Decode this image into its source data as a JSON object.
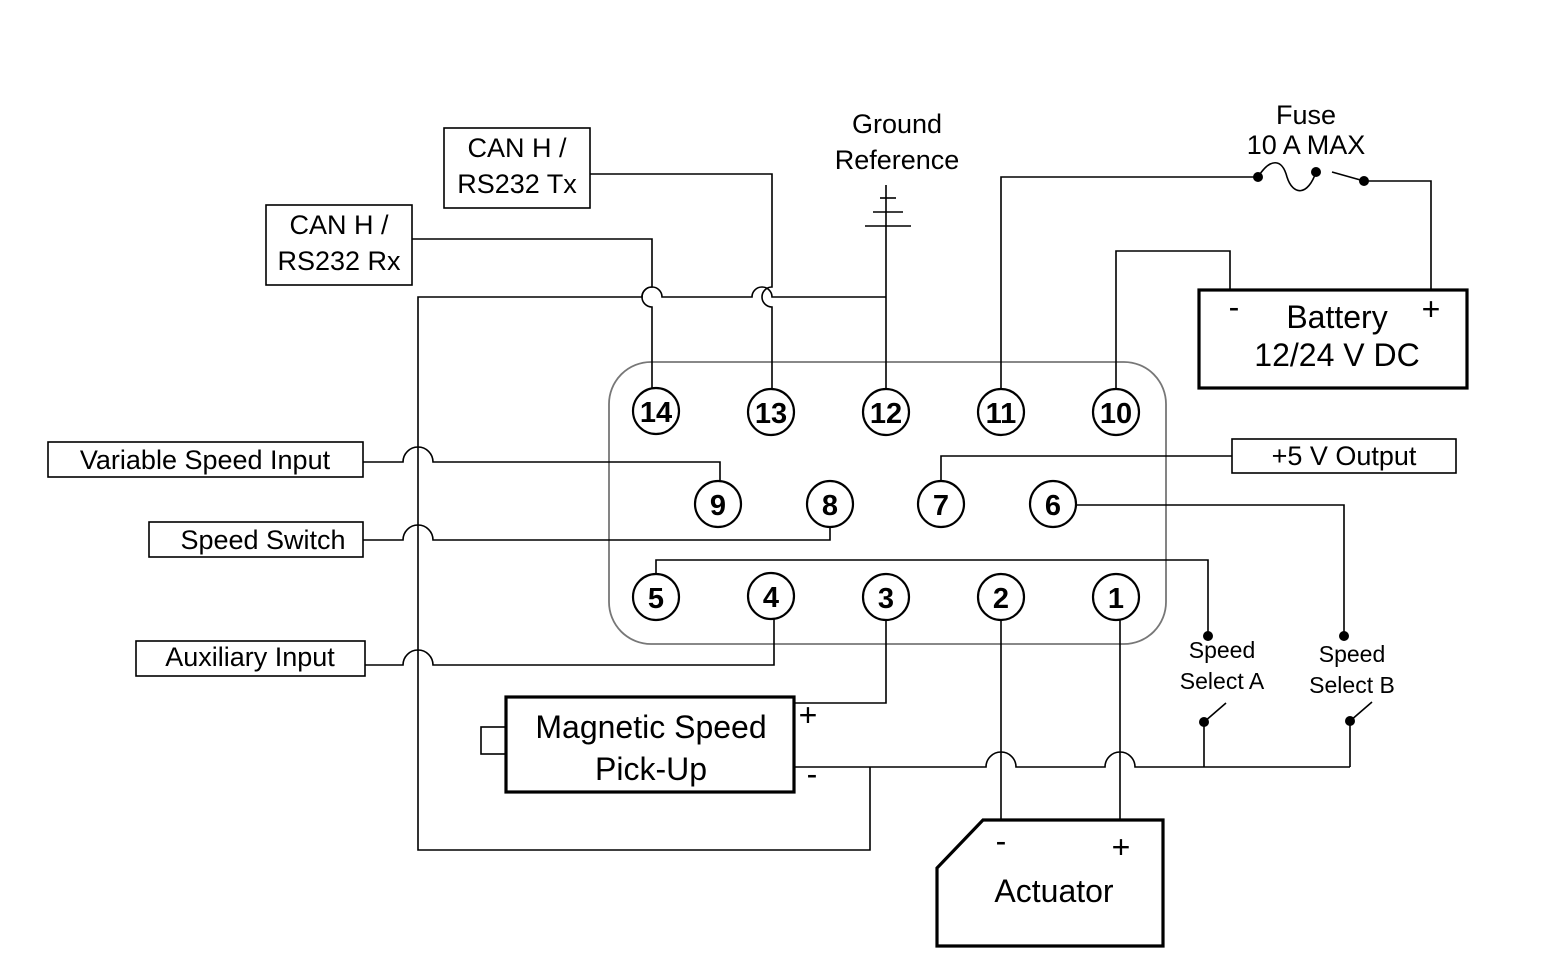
{
  "connector": {
    "pins_top": [
      "14",
      "13",
      "12",
      "11",
      "10"
    ],
    "pins_middle": [
      "9",
      "8",
      "7",
      "6"
    ],
    "pins_bottom": [
      "5",
      "4",
      "3",
      "2",
      "1"
    ]
  },
  "labels": {
    "can_h_rx_line1": "CAN H /",
    "can_h_rx_line2": "RS232 Rx",
    "can_h_tx_line1": "CAN H /",
    "can_h_tx_line2": "RS232 Tx",
    "ground_line1": "Ground",
    "ground_line2": "Reference",
    "fuse_line1": "Fuse",
    "fuse_line2": "10 A MAX",
    "battery_minus": "-",
    "battery_plus": "+",
    "battery_line1": "Battery",
    "battery_line2": "12/24 V DC",
    "variable_speed_input": "Variable Speed Input",
    "speed_switch": "Speed Switch",
    "auxiliary_input": "Auxiliary Input",
    "plus_5v_output": "+5 V Output",
    "speed_select_a_line1": "Speed",
    "speed_select_a_line2": "Select A",
    "speed_select_b_line1": "Speed",
    "speed_select_b_line2": "Select B",
    "pickup_line1": "Magnetic Speed",
    "pickup_line2": "Pick-Up",
    "pickup_plus": "+",
    "pickup_minus": "-",
    "actuator": "Actuator",
    "actuator_minus": "-",
    "actuator_plus": "+"
  }
}
